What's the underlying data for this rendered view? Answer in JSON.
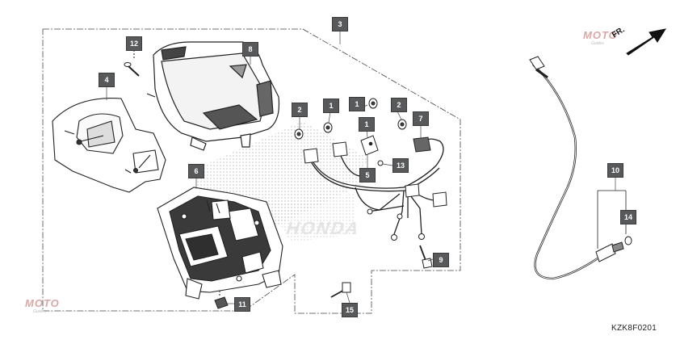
{
  "diagram": {
    "code": "KZK8F0201",
    "direction_label": "FR.",
    "watermark": {
      "brand": "MOTO",
      "sub": "Guides"
    },
    "callouts": [
      "1",
      "1",
      "1",
      "2",
      "2",
      "3",
      "4",
      "5",
      "6",
      "7",
      "8",
      "9",
      "10",
      "11",
      "12",
      "13",
      "14",
      "15"
    ],
    "parts": [
      "screw-12",
      "meter-case-4",
      "meter-visor-8",
      "meter-case-lower-6",
      "bulb-socket-1",
      "bulb-socket-2",
      "wire-harness-3",
      "rubber-5",
      "connector-7",
      "screw-9",
      "nut-11",
      "washer-13",
      "speedometer-cable-10",
      "o-ring-14",
      "bolt-15"
    ]
  }
}
